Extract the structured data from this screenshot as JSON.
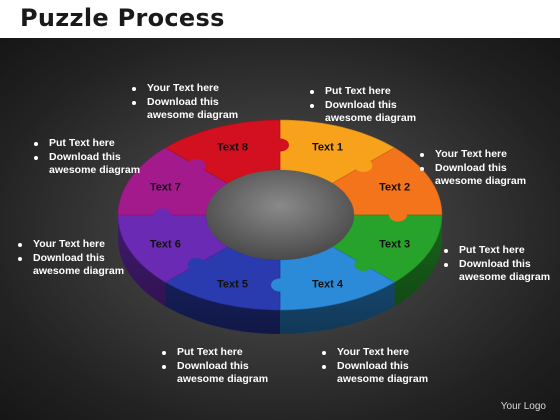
{
  "title": "Puzzle Process",
  "logo": "Your Logo",
  "pieces": [
    {
      "label": "Text 1",
      "color": "#f7a21a"
    },
    {
      "label": "Text 2",
      "color": "#f4741c"
    },
    {
      "label": "Text 3",
      "color": "#27a32c"
    },
    {
      "label": "Text 4",
      "color": "#2b8bd8"
    },
    {
      "label": "Text 5",
      "color": "#2a3bb0"
    },
    {
      "label": "Text 6",
      "color": "#6b2ab3"
    },
    {
      "label": "Text 7",
      "color": "#a31a8d"
    },
    {
      "label": "Text 8",
      "color": "#d21020"
    }
  ],
  "notes": [
    {
      "line1": "Your Text here",
      "line2": "Download this",
      "line3": "awesome diagram"
    },
    {
      "line1": "Put Text here",
      "line2": "Download this",
      "line3": "awesome diagram"
    },
    {
      "line1": "Put Text here",
      "line2": "Download this",
      "line3": "awesome diagram"
    },
    {
      "line1": "Your Text here",
      "line2": "Download this",
      "line3": "awesome diagram"
    },
    {
      "line1": "Your Text here",
      "line2": "Download this",
      "line3": "awesome diagram"
    },
    {
      "line1": "Put Text here",
      "line2": "Download this",
      "line3": "awesome diagram"
    },
    {
      "line1": "Put Text here",
      "line2": "Download this",
      "line3": "awesome diagram"
    },
    {
      "line1": "Your Text here",
      "line2": "Download this",
      "line3": "awesome diagram"
    }
  ]
}
